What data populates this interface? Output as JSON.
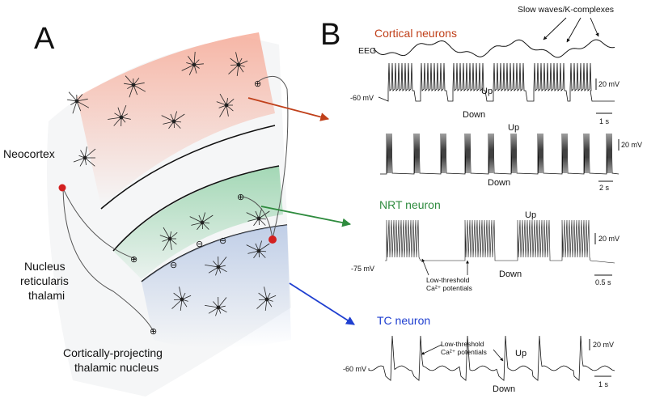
{
  "panel_a": {
    "letter": "A",
    "labels": {
      "neocortex": "Neocortex",
      "nrt_line1": "Nucleus",
      "nrt_line2": "reticularis",
      "nrt_line3": "thalami",
      "thal_line1": "Cortically-projecting",
      "thal_line2": "thalamic nucleus"
    },
    "synapse_signs": {
      "excitatory": "⊕",
      "inhibitory": "⊖"
    }
  },
  "panel_b": {
    "letter": "B",
    "cortical": {
      "title": "Cortical neurons",
      "annotation": "Slow waves/K-complexes",
      "eeg_label": "EEG",
      "vm_label": "-60 mV",
      "up_label": "Up",
      "down_label": "Down",
      "up_label_2": "Up",
      "down_label_2": "Down",
      "scale_v": "20 mV",
      "scale_t": "1 s",
      "scale_v_2": "20 mV",
      "scale_t_2": "2 s"
    },
    "nrt": {
      "title": "NRT neuron",
      "vm_label": "-75 mV",
      "annotation_line1": "Low-threshold",
      "annotation_line2": "Ca²⁺ potentials",
      "up_label": "Up",
      "down_label": "Down",
      "scale_v": "20 mV",
      "scale_t": "0.5 s"
    },
    "tc": {
      "title": "TC neuron",
      "vm_label": "-60 mV",
      "annotation_line1": "Low-threshold",
      "annotation_line2": "Ca²⁺ potentials",
      "up_label": "Up",
      "down_label": "Down",
      "scale_v": "20 mV",
      "scale_t": "1 s"
    }
  },
  "colors": {
    "cortical": "#c0401a",
    "nrt": "#2e8b3e",
    "tc": "#1f3fd0",
    "neuron_dot": "#d32020"
  }
}
